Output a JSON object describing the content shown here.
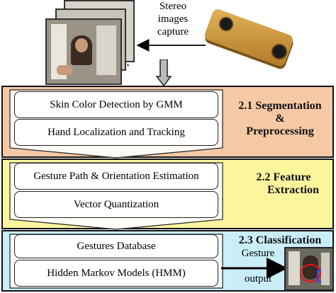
{
  "capture": {
    "line1": "Stereo",
    "line2": "images",
    "line3": "capture"
  },
  "stages": [
    {
      "label_line1": "2.1 Segmentation",
      "label_line2": "&",
      "label_line3": "Preprocessing",
      "steps": [
        "Skin Color Detection by GMM",
        "Hand Localization and Tracking"
      ],
      "color": "#f5c9a5"
    },
    {
      "label_line1": "2.2 Feature",
      "label_line2": "Extraction",
      "steps": [
        "Gesture Path & Orientation Estimation",
        "Vector Quantization"
      ],
      "color": "#fbf59e"
    },
    {
      "label_line1": "2.3 Classification",
      "steps": [
        "Gestures Database",
        "Hidden Markov Models (HMM)"
      ],
      "color": "#c9eef8"
    }
  ],
  "output": {
    "line1": "Gesture",
    "line2": "output"
  },
  "icons": [
    "stereo-camera-icon",
    "image-frames-icon",
    "down-arrow-icon",
    "output-image-icon"
  ]
}
